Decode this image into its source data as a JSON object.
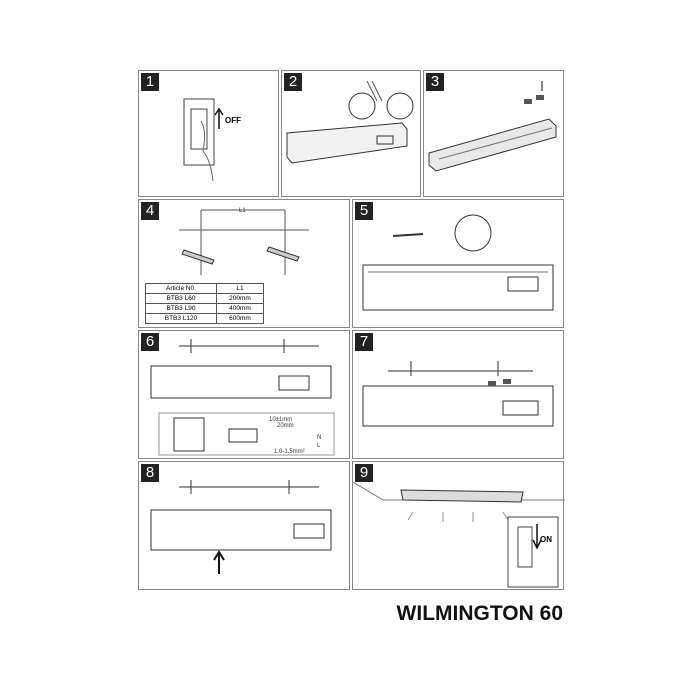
{
  "steps": [
    {
      "number": "1",
      "label": "OFF"
    },
    {
      "number": "2"
    },
    {
      "number": "3"
    },
    {
      "number": "4",
      "dimension": "L1",
      "table": {
        "headers": [
          "Article N0.",
          "L1"
        ],
        "rows": [
          [
            "BTB3 L60",
            "200mm"
          ],
          [
            "BTB3 L90",
            "400mm"
          ],
          [
            "BTB3 L120",
            "600mm"
          ]
        ]
      }
    },
    {
      "number": "5"
    },
    {
      "number": "6",
      "wire_labels": {
        "strip": "10±1mm",
        "length": "20mm",
        "neutral": "N",
        "live": "L",
        "section": "1.0-1.5mm²"
      }
    },
    {
      "number": "7"
    },
    {
      "number": "8"
    },
    {
      "number": "9",
      "label": "ON"
    }
  ],
  "product_title": "WILMINGTON 60"
}
